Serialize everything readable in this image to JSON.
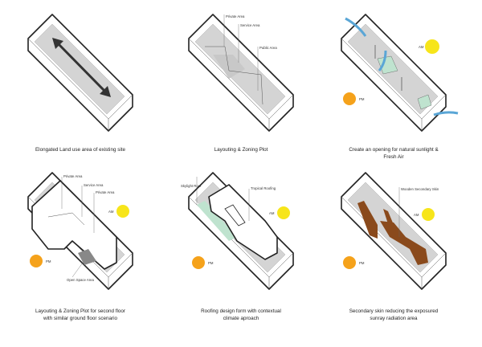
{
  "colors": {
    "am_sun": "#f7e51a",
    "pm_sun": "#f5a21b",
    "skin": "#8a4a1c",
    "green": "#bfe3cf",
    "air": "#5aa6d6"
  },
  "panels": [
    {
      "caption": [
        "Elongated Land use area of existing site"
      ]
    },
    {
      "caption": [
        "Layouting & Zoning Plot"
      ],
      "labels": [
        "Private Area",
        "Service Area",
        "Public Area"
      ]
    },
    {
      "caption": [
        "Create an opening for natural sunlight &",
        "Fresh Air"
      ],
      "am": "AM",
      "pm": "PM"
    },
    {
      "caption": [
        "Layouting & Zoning Plot for second floor",
        "with similar ground floor scenario"
      ],
      "labels": [
        "Private Area",
        "Service Area",
        "Private Area",
        "Open Space Area"
      ],
      "am": "AM",
      "pm": "PM"
    },
    {
      "caption": [
        "Roofing design form with contextual",
        "climate aproach"
      ],
      "labels": [
        "Skylight Roof",
        "Tropical Roofing"
      ],
      "am": "AM",
      "pm": "PM"
    },
    {
      "caption": [
        "Secondary skin reducing the exposured",
        "sunray radiation area"
      ],
      "labels": [
        "Wooden Secondary Skin"
      ],
      "am": "AM",
      "pm": "PM"
    }
  ]
}
